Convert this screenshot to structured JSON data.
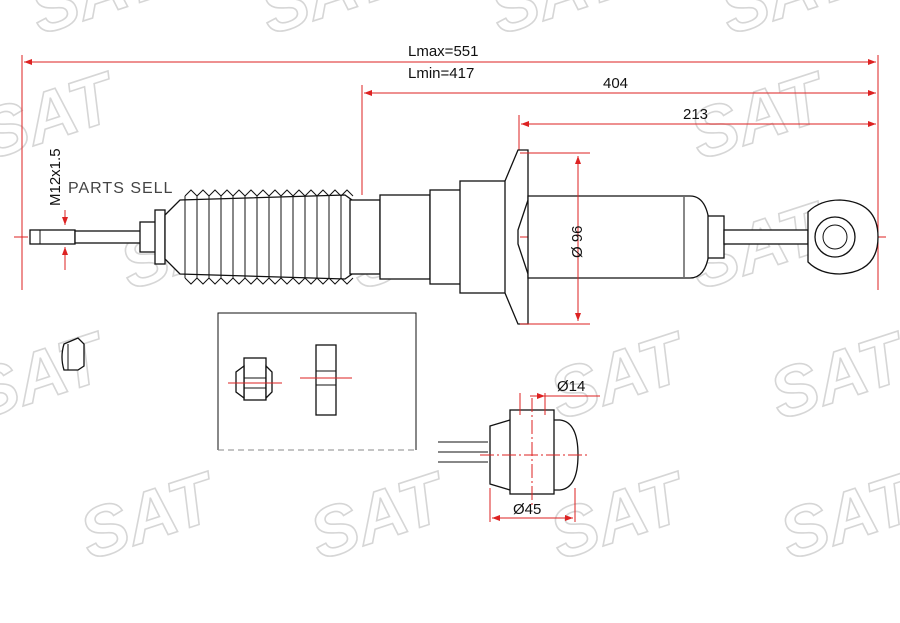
{
  "watermark": {
    "brand": "SAT",
    "overlay_text": "PARTS SELL"
  },
  "dimensions": {
    "lmax": "Lmax=551",
    "lmin": "Lmin=417",
    "d404": "404",
    "d213": "213",
    "thread": "M12x1.5",
    "body_diameter": "Ø 96",
    "bushing_inner": "Ø14",
    "bushing_outer": "Ø45"
  },
  "colors": {
    "centerline": "#d22222",
    "outline": "#111111",
    "watermark": "#d6d6d6"
  }
}
